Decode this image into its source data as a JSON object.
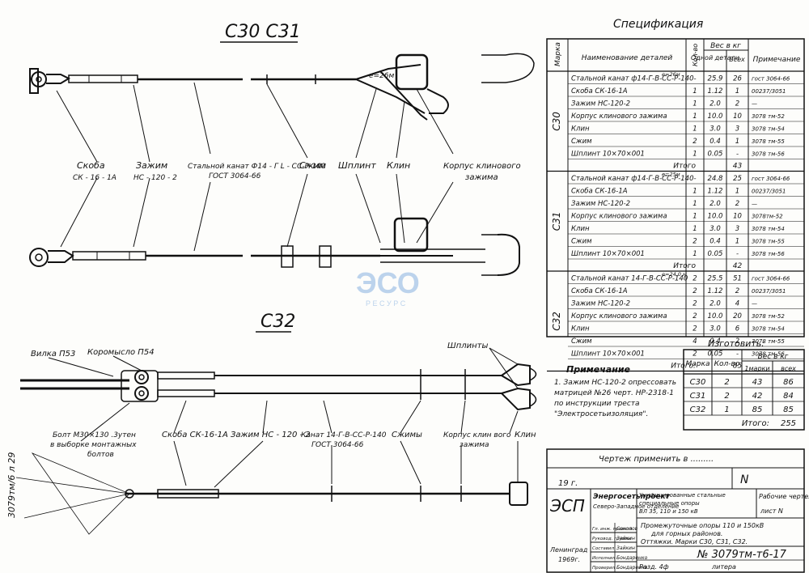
{
  "titles": {
    "top": "С30  С31",
    "mid": "С32"
  },
  "watermark": {
    "logo": "ЭСО",
    "sub": "Р Е С У Р С"
  },
  "upper_labels": {
    "skoba": "Скоба",
    "skoba_code": "СК - 16 - 1А",
    "zazhim": "Зажим",
    "zazhim_code": "НС - 120 - 2",
    "kanat_a": "Стальной канат Ф14 - Г L - СС-Р-140",
    "kanat_b": "ГОСТ 3064-66",
    "szhim": "Сжим",
    "shplint": "Шплинт",
    "klin": "Клин",
    "korpus_a": "Корпус клинового",
    "korpus_b": "зажима",
    "e_note": "е=26м"
  },
  "lower_labels": {
    "vilka": "Вилка П53",
    "koromyslo": "Коромысло П54",
    "shplinty": "Шплинты",
    "bolt_a": "Болт М30×130 .3утен",
    "bolt_b": "в выборке монтажных",
    "bolt_c": "болтов",
    "skoba": "Скоба  СК-16-1А",
    "zazhim": "Зажим  НС - 120 - 2",
    "kanat_a": "Канат 14-Г-В-СС-Р-140",
    "kanat_b": "ГОСТ 3064-66",
    "szhimy": "Сжимы",
    "korpus_a": "Корпус клин вого",
    "korpus_b": "зажима",
    "klin": "Клин"
  },
  "spec": {
    "title": "Спецификация",
    "col_marka": "Марка",
    "col_name": "Наименование деталей",
    "col_qty": "Кол-во",
    "col_weight": "Вес в кг",
    "col_one": "Одной детали",
    "col_all": "Всех",
    "col_note": "Примечание",
    "groups": [
      {
        "marka": "С30",
        "rows": [
          {
            "name": "Стальной канат ф14-Г-В-СС-Р-140",
            "sub": "е=26м",
            "qty": "-",
            "one": "25.9",
            "all": "26",
            "note": "гост 3064-66"
          },
          {
            "name": "Скоба  СК-16-1А",
            "qty": "1",
            "one": "1.12",
            "all": "1",
            "note": "00237/3051"
          },
          {
            "name": "Зажим  НС-120-2",
            "qty": "1",
            "one": "2.0",
            "all": "2",
            "note": "—"
          },
          {
            "name": "Корпус клинового зажима",
            "qty": "1",
            "one": "10.0",
            "all": "10",
            "note": "3078 тм-52"
          },
          {
            "name": "Клин",
            "qty": "1",
            "one": "3.0",
            "all": "3",
            "note": "3078 тм-54"
          },
          {
            "name": "Сжим",
            "qty": "2",
            "one": "0.4",
            "all": "1",
            "note": "3078 тм-55"
          },
          {
            "name": "Шплинт  10×70×001",
            "qty": "1",
            "one": "0.05",
            "all": "-",
            "note": "3078 тм-56"
          }
        ],
        "total_label": "Итого",
        "total": "43"
      },
      {
        "marka": "С31",
        "rows": [
          {
            "name": "Стальной канат ф14-Г-В-СС-Р-140",
            "sub": "е=25м",
            "qty": "-",
            "one": "24.8",
            "all": "25",
            "note": "гост 3064-66"
          },
          {
            "name": "Скоба  СК-16-1А",
            "qty": "1",
            "one": "1.12",
            "all": "1",
            "note": "00237/3051"
          },
          {
            "name": "Зажим  НС-120-2",
            "qty": "1",
            "one": "2.0",
            "all": "2",
            "note": "—"
          },
          {
            "name": "Корпус клинового зажима",
            "qty": "1",
            "one": "10.0",
            "all": "10",
            "note": "3078тм-52"
          },
          {
            "name": "Клин",
            "qty": "1",
            "one": "3.0",
            "all": "3",
            "note": "3078 тм-54"
          },
          {
            "name": "Сжим",
            "qty": "2",
            "one": "0.4",
            "all": "1",
            "note": "3078 тм-55"
          },
          {
            "name": "Шплинт  10×70×001",
            "qty": "1",
            "one": "0.05",
            "all": "-",
            "note": "3078 тм-56"
          }
        ],
        "total_label": "Итого",
        "total": "42"
      },
      {
        "marka": "С32",
        "rows": [
          {
            "name": "Стальной канат 14-Г-В-СС-Р-140",
            "sub": "е=24,0 м",
            "qty": "2",
            "one": "25.5",
            "all": "51",
            "note": "гост 3064-66"
          },
          {
            "name": "Скоба  СК-16-1А",
            "qty": "2",
            "one": "1.12",
            "all": "2",
            "note": "00237/3051"
          },
          {
            "name": "Зажим  НС-120-2",
            "qty": "2",
            "one": "2.0",
            "all": "4",
            "note": "—"
          },
          {
            "name": "Корпус клинового зажима",
            "qty": "2",
            "one": "10.0",
            "all": "20",
            "note": "3078 тм-52"
          },
          {
            "name": "Клин",
            "qty": "2",
            "one": "3.0",
            "all": "6",
            "note": "3078 тм-54"
          },
          {
            "name": "Сжим",
            "qty": "4",
            "one": "0.4",
            "all": "2",
            "note": "3078 тм-55"
          },
          {
            "name": "Шплинт  10×70×001",
            "qty": "2",
            "one": "0.05",
            "all": "-",
            "note": "3078 тм-56"
          }
        ],
        "total_label": "Итого:",
        "total": "85"
      }
    ]
  },
  "make": {
    "title": "Изготовить:",
    "col_marka": "Марка",
    "col_qty": "Кол-во",
    "col_weight": "Вес в кг",
    "col_one": "1марки",
    "col_all": "всех",
    "rows": [
      {
        "marka": "С30",
        "qty": "2",
        "one": "43",
        "all": "86"
      },
      {
        "marka": "С31",
        "qty": "2",
        "one": "42",
        "all": "84"
      },
      {
        "marka": "С32",
        "qty": "1",
        "one": "85",
        "all": "85"
      }
    ],
    "total_label": "Итого:",
    "total": "255"
  },
  "note": {
    "title": "Примечание",
    "lines": [
      "1. Зажим НС-120-2 опрессовать",
      "матрицей №26 черт. НР-2318-1",
      "по инструкции треста",
      "\"Электросетьизоляция\"."
    ]
  },
  "stamp": {
    "apply": "Чертеж применить в .........",
    "n_mark": "N",
    "year": "19   г.",
    "esp": "ЭСП",
    "org_a": "Энергосетьпроект",
    "org_b": "Северо-Западное отделение",
    "project_a": "Унифицированные стальные",
    "project_b": "специальные опоры",
    "project_c": "ВЛ 35, 110 и 150 кВ",
    "work": "Рабочие чертежи",
    "sheet": "лист N",
    "title_a": "Промежуточные опоры 110 и 150кВ",
    "title_b": "для горных районов.",
    "title_c": "Оттяжки. Марки С30, С31, С32.",
    "number": "№ 3079тм-т6-17",
    "razd": "Разд. 4ф",
    "litera": "литера",
    "city": "Ленинград",
    "date": "1969г.",
    "roles": [
      {
        "left": "Гл. инж. проекта",
        "right": "Соколов"
      },
      {
        "left": "Руковод. группы",
        "right": "Зайкин"
      },
      {
        "left": "Составил",
        "right": "Зайкин"
      },
      {
        "left": "Исполнил",
        "right": "Бондаренко"
      },
      {
        "left": "Проверил",
        "right": "Бондаренко"
      }
    ]
  },
  "margin_code": "3079тм/6 л 29"
}
